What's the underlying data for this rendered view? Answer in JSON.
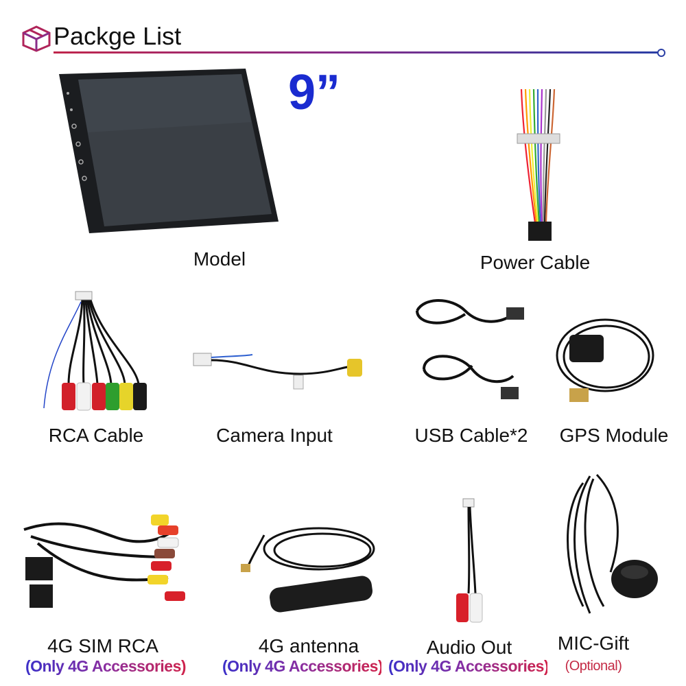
{
  "header": {
    "title": "Packge List",
    "icon": "package-icon"
  },
  "model": {
    "size": "9”",
    "label": "Model"
  },
  "items": {
    "power_cable": "Power Cable",
    "rca_cable": "RCA Cable",
    "camera_input": "Camera Input",
    "usb_cable": "USB Cable*2",
    "gps_module": "GPS Module",
    "sim_rca": "4G SIM RCA",
    "antenna": "4G antenna",
    "audio_out": "Audio Out",
    "mic": "MIC-Gift"
  },
  "notes": {
    "only4g": "(Only 4G Accessories)",
    "optional": "(Optional)"
  },
  "colors": {
    "accent_blue": "#1a2bd0",
    "gradient_start": "#c0264b",
    "gradient_end": "#2b3fa5"
  }
}
